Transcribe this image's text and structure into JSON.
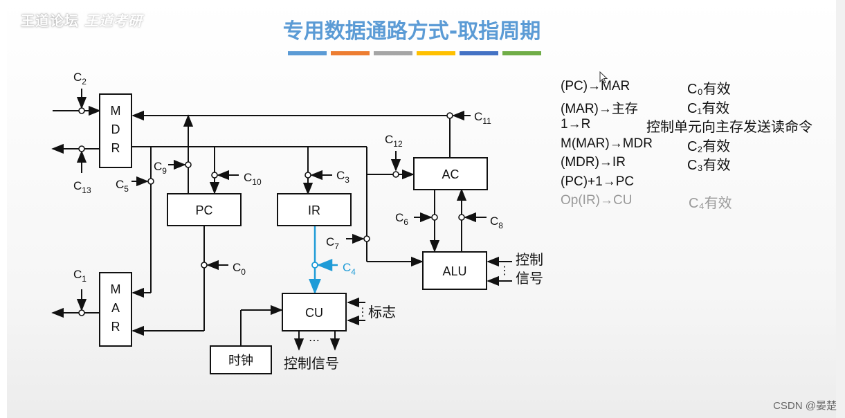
{
  "watermark": {
    "text": "王道论坛",
    "logo": "王道考研"
  },
  "title": "专用数据通路方式-取指周期",
  "colors": {
    "title": "#5b9bd5",
    "active": "#1e9bd7",
    "line": "#111111",
    "dim": "#999999"
  },
  "color_bars": [
    "#5b9bd5",
    "#ed7d31",
    "#a5a5a5",
    "#ffc000",
    "#4472c4",
    "#70ad47"
  ],
  "diagram": {
    "blocks": {
      "mdr": [
        "M",
        "D",
        "R"
      ],
      "mar": [
        "M",
        "A",
        "R"
      ],
      "pc": "PC",
      "ir": "IR",
      "ac": "AC",
      "alu": "ALU",
      "cu": "CU",
      "clock": "时钟"
    },
    "controls": {
      "c0": {
        "main": "C",
        "sub": "0"
      },
      "c1": {
        "main": "C",
        "sub": "1"
      },
      "c2": {
        "main": "C",
        "sub": "2"
      },
      "c3": {
        "main": "C",
        "sub": "3"
      },
      "c4": {
        "main": "C",
        "sub": "4"
      },
      "c5": {
        "main": "C",
        "sub": "5"
      },
      "c6": {
        "main": "C",
        "sub": "6"
      },
      "c7": {
        "main": "C",
        "sub": "7"
      },
      "c8": {
        "main": "C",
        "sub": "8"
      },
      "c9": {
        "main": "C",
        "sub": "9"
      },
      "c10": {
        "main": "C",
        "sub": "10"
      },
      "c11": {
        "main": "C",
        "sub": "11"
      },
      "c12": {
        "main": "C",
        "sub": "12"
      },
      "c13": {
        "main": "C",
        "sub": "13"
      }
    },
    "alu_control": [
      "控制",
      "信号"
    ],
    "flag": "标志",
    "cu_output": "控制信号",
    "ellipsis": "⋯",
    "vdots": "⋮"
  },
  "steps": [
    {
      "op": "(PC)→MAR",
      "note": "C₀有效",
      "dim": false
    },
    {
      "op": "(MAR)→主存",
      "note": "C₁有效",
      "dim": false
    },
    {
      "op": "1→R",
      "note": "控制单元向主存发送读命令",
      "dim": false
    },
    {
      "op": "M(MAR)→MDR",
      "note": "C₂有效",
      "dim": false
    },
    {
      "op": "(MDR)→IR",
      "note": "C₃有效",
      "dim": false
    },
    {
      "op": "(PC)+1→PC",
      "note": "",
      "dim": false
    },
    {
      "op": "Op(IR)→CU",
      "note": "C₄有效",
      "dim": true
    }
  ],
  "footer": "CSDN @晏楚"
}
